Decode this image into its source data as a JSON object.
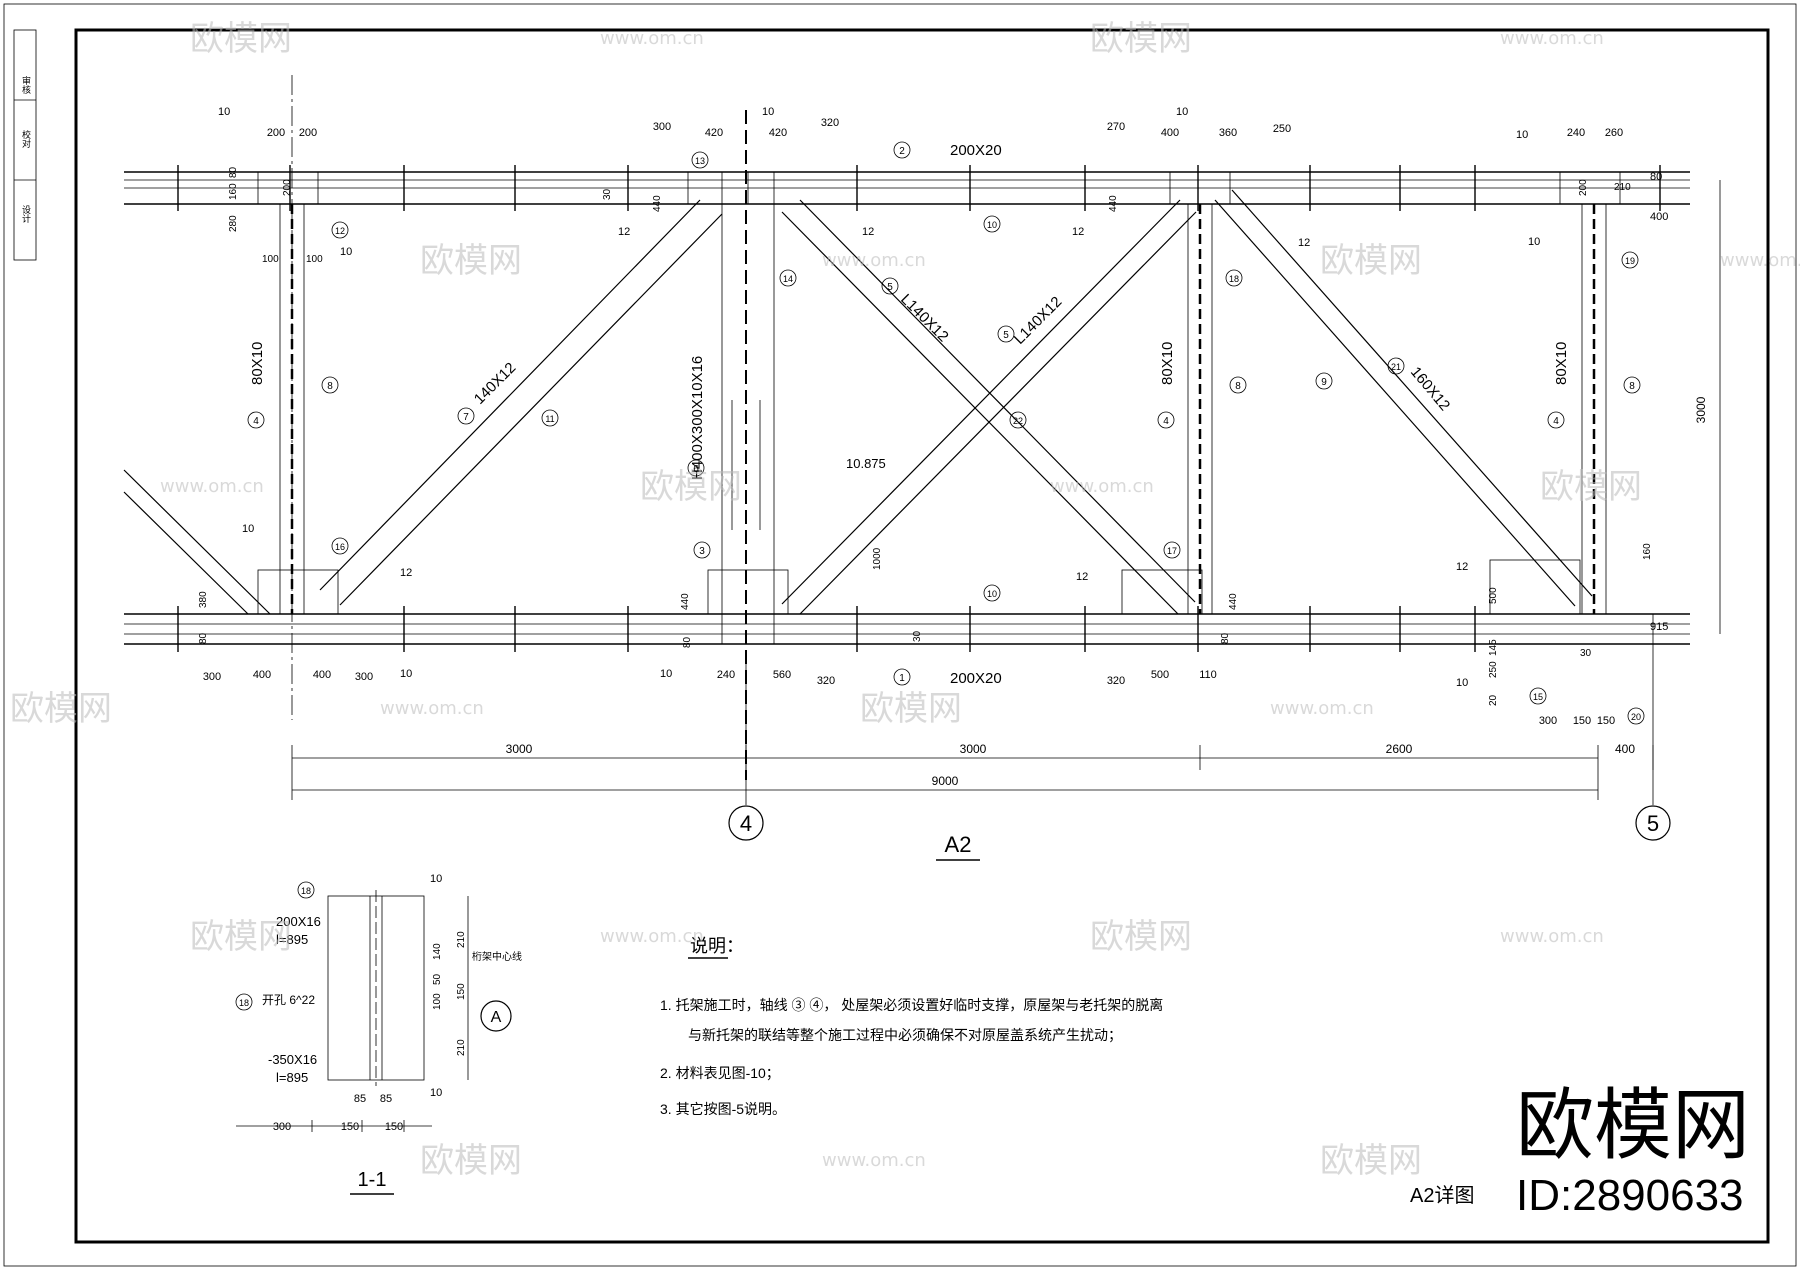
{
  "drawing": {
    "title": "A2",
    "footer_title": "A2详图",
    "section_title": "1-1"
  },
  "axes": {
    "left": "4",
    "right": "5"
  },
  "dims": {
    "bottom": [
      "3000",
      "3000",
      "2600",
      "400"
    ],
    "total": "9000",
    "height": "3000",
    "top_left": [
      "200",
      "200"
    ],
    "top_mid": [
      "420",
      "420",
      "320",
      "300"
    ],
    "top_right": [
      "400",
      "360",
      "250",
      "270"
    ],
    "top_far": [
      "240",
      "260"
    ],
    "right_side": [
      "80",
      "400",
      "915"
    ],
    "bottom_left": [
      "400",
      "400",
      "300",
      "300"
    ],
    "bottom_mid": [
      "240",
      "560",
      "320"
    ],
    "bottom_right": [
      "500",
      "110",
      "320"
    ],
    "bottom_far": [
      "300",
      "150",
      "150"
    ],
    "misc": [
      "440",
      "440",
      "440",
      "440",
      "280",
      "160",
      "80",
      "200",
      "100",
      "100",
      "380",
      "80",
      "30",
      "1000",
      "10.875",
      "80",
      "30",
      "200",
      "210",
      "500",
      "145",
      "250",
      "20",
      "80",
      "30",
      "160"
    ]
  },
  "members": {
    "top_chord": "200X20",
    "bottom_chord": "200X20",
    "verticals": "80X10",
    "col": "H400X300X10X16",
    "diag_left": "140X12",
    "diag_x1": "L140X12",
    "diag_x2": "L140X12",
    "diag_right": "160X12"
  },
  "balloons": [
    "1",
    "2",
    "3",
    "4",
    "4",
    "4",
    "5",
    "5",
    "6",
    "7",
    "8",
    "8",
    "8",
    "9",
    "10",
    "10",
    "11",
    "12",
    "13",
    "14",
    "15",
    "16",
    "17",
    "18",
    "19",
    "20",
    "21",
    "22"
  ],
  "welds": [
    "10",
    "10",
    "10",
    "10",
    "10",
    "10",
    "10",
    "10",
    "10",
    "12",
    "12",
    "12",
    "12",
    "12",
    "12",
    "12",
    "10"
  ],
  "section": {
    "plate1": "200X16",
    "plate1_len": "l=895",
    "plate2": "-350X16",
    "plate2_len": "l=895",
    "holes": "开孔 6^22",
    "center_label": "桁架中心线",
    "balloon_a": "A",
    "balloon_18a": "18",
    "balloon_18b": "18",
    "weld_top": "10",
    "weld_bot": "10",
    "dims_h": [
      "85",
      "85",
      "300",
      "150",
      "150"
    ],
    "dims_v": [
      "210",
      "140",
      "50",
      "150",
      "100",
      "210"
    ]
  },
  "notes": {
    "heading": "说明：",
    "items": [
      "1. 托架施工时，轴线 ③ ④，          处屋架必须设置好临时支撑，原屋架与老托架的脱离",
      "与新托架的联结等整个施工过程中必须确保不对原屋盖系统产生扰动；",
      "2. 材料表见图-10；",
      "3. 其它按图-5说明。"
    ]
  },
  "title_block": [
    "审核",
    "校对",
    "设计"
  ],
  "watermark": {
    "brand": "欧模网",
    "site": "www.om.cn",
    "id": "ID:2890633"
  }
}
